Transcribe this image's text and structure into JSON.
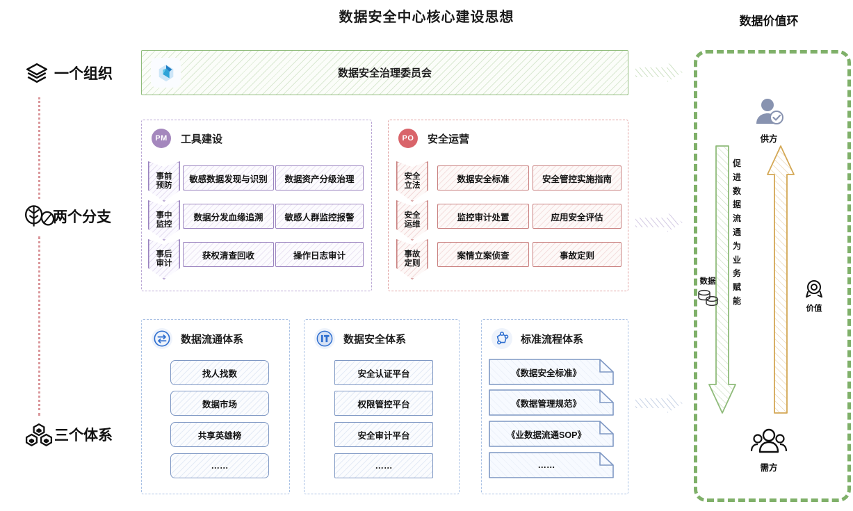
{
  "page": {
    "title": "数据安全中心核心建设思想"
  },
  "rail": {
    "items": [
      {
        "label": "一个组织",
        "icon": "layers-icon"
      },
      {
        "label": "两个分支",
        "icon": "tree-branch-icon"
      },
      {
        "label": "三个体系",
        "icon": "hexagons-icon"
      }
    ]
  },
  "banner": {
    "label": "数据安全治理委员会",
    "logo_icon": "diamond-logo-icon",
    "color": "#8fbb7a"
  },
  "branches": [
    {
      "badge": "PM",
      "badge_color": "#a487bd",
      "title": "工具建设",
      "accent": "#9b84c0",
      "steps": [
        {
          "line1": "事前",
          "line2": "预防"
        },
        {
          "line1": "事中",
          "line2": "监控"
        },
        {
          "line1": "事后",
          "line2": "审计"
        }
      ],
      "rows": [
        [
          "敏感数据发现与识别",
          "数据资产分级治理"
        ],
        [
          "数据分发血缘追溯",
          "敏感人群监控报警"
        ],
        [
          "获权清查回收",
          "操作日志审计"
        ]
      ]
    },
    {
      "badge": "PO",
      "badge_color": "#d9646a",
      "title": "安全运营",
      "accent": "#c9807f",
      "steps": [
        {
          "line1": "安全",
          "line2": "立法"
        },
        {
          "line1": "安全",
          "line2": "运维"
        },
        {
          "line1": "事故",
          "line2": "定则"
        }
      ],
      "rows": [
        [
          "数据安全标准",
          "安全管控实施指南"
        ],
        [
          "监控审计处置",
          "应用安全评估"
        ],
        [
          "案情立案侦查",
          "事故定则"
        ]
      ]
    }
  ],
  "systems": [
    {
      "icon": "exchange-arrows-icon",
      "title": "数据流通体系",
      "shape": "round",
      "items": [
        "找人找数",
        "数据市场",
        "共享英雄榜",
        "……"
      ]
    },
    {
      "icon": "it-shield-icon",
      "title": "数据安全体系",
      "shape": "rect",
      "items": [
        "安全认证平台",
        "权限管控平台",
        "安全审计平台",
        "……"
      ]
    },
    {
      "icon": "process-nodes-icon",
      "title": "标准流程体系",
      "shape": "doc",
      "items": [
        "《数据安全标准》",
        "《数据管理规范》",
        "《业数据流通SOP》",
        "……"
      ]
    }
  ],
  "value_loop": {
    "title": "数据价值环",
    "border_color": "#7fb069",
    "supplier": {
      "label": "供方",
      "icon": "user-verified-icon"
    },
    "demander": {
      "label": "需方",
      "icon": "user-group-icon"
    },
    "down_arrow_color": "#8fbb7a",
    "up_arrow_color": "#d4a855",
    "center_text": [
      "促",
      "进",
      "数",
      "据",
      "流",
      "通",
      "为",
      "业",
      "务",
      "赋",
      "能"
    ],
    "left_side": {
      "label": "数据",
      "icon": "database-icon"
    },
    "right_side": {
      "label": "价值",
      "icon": "medal-icon"
    }
  },
  "connectors": [
    {
      "name": "connector-arrow-green",
      "color": "#8fbb7a"
    },
    {
      "name": "connector-arrow-purple",
      "color": "#9b84c0"
    },
    {
      "name": "connector-arrow-blue",
      "color": "#7f98c4"
    }
  ]
}
